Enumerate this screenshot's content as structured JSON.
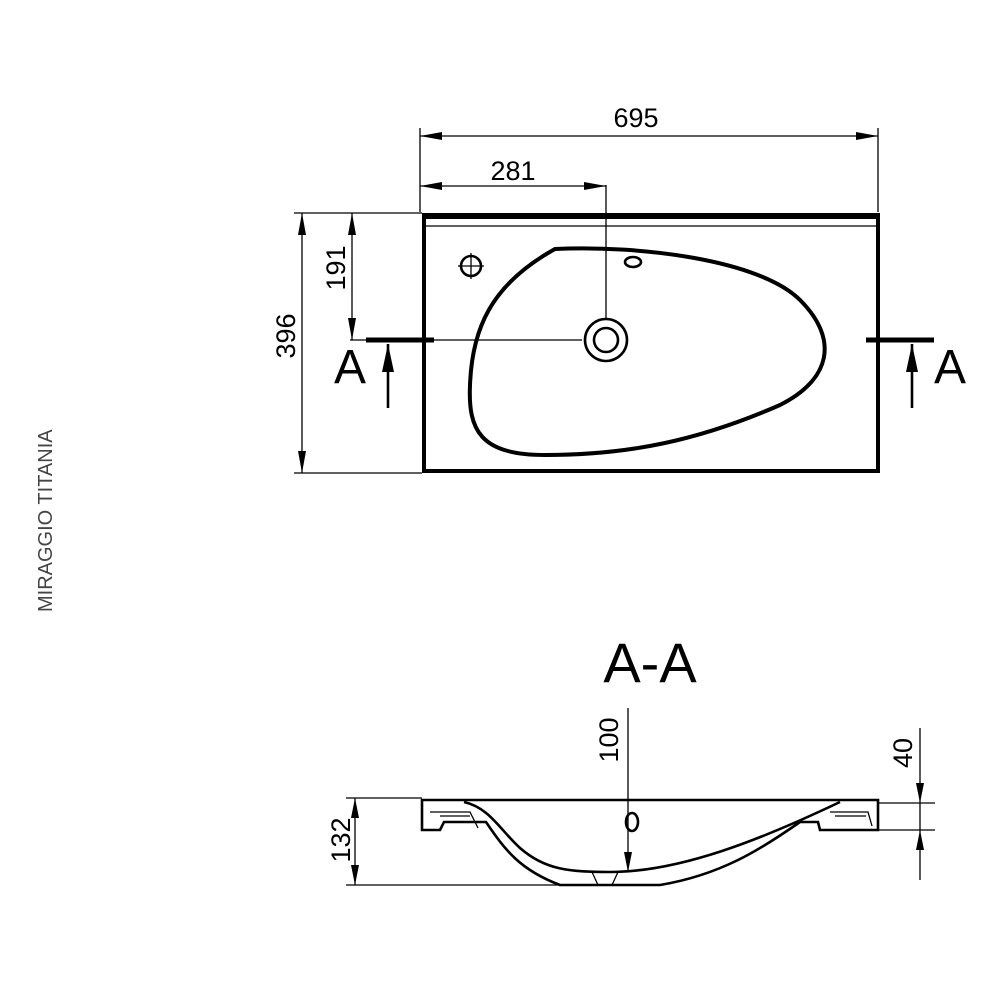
{
  "product_label": "MIRAGGIO TITANIA",
  "plan": {
    "dim_width": "695",
    "dim_drain_offset": "281",
    "dim_depth": "396",
    "dim_drain_depth": "191",
    "section_mark_left": "A",
    "section_mark_right": "A"
  },
  "section": {
    "title": "A-A",
    "dim_height": "132",
    "dim_drain_height": "100",
    "dim_rim": "40"
  }
}
